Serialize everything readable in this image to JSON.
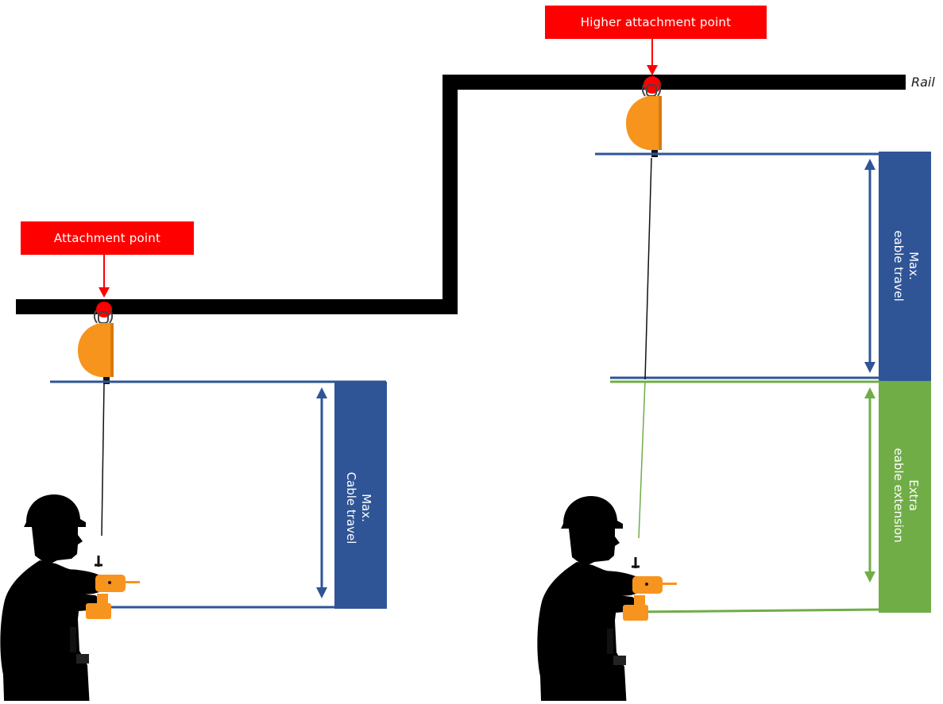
{
  "callouts": {
    "left": "Attachment point",
    "right": "Higher attachment point"
  },
  "rail_label": "Rail",
  "panels": {
    "left_blue": {
      "line1": "Max.",
      "line2": "Cable travel"
    },
    "right_blue": {
      "line1": "Max.",
      "line2": "eable travel"
    },
    "right_green": {
      "line1": "Extra",
      "line2": "eable extension"
    }
  },
  "colors": {
    "rail": "#000000",
    "callout": "#ff0000",
    "anchor": "#ff0000",
    "device": "#f7941d",
    "blue": "#2f5597",
    "green": "#70ad47",
    "worker": "#000000"
  },
  "icons": [
    "retractable-lifeline-icon",
    "worker-silhouette-icon",
    "drill-icon"
  ]
}
